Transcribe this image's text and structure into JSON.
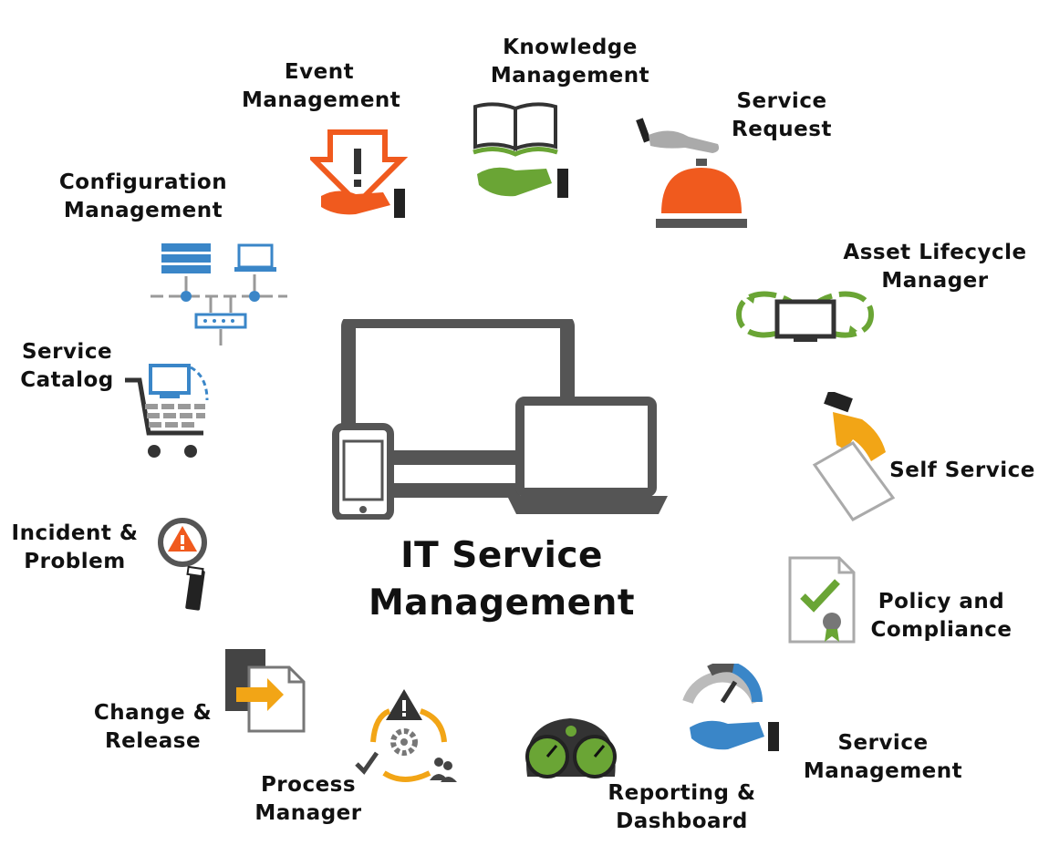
{
  "title": {
    "line1": "IT Service",
    "line2": "Management"
  },
  "modules": {
    "event": {
      "line1": "Event",
      "line2": "Management"
    },
    "knowledge": {
      "line1": "Knowledge",
      "line2": "Management"
    },
    "service_request": {
      "line1": "Service",
      "line2": "Request"
    },
    "configuration": {
      "line1": "Configuration",
      "line2": "Management"
    },
    "asset": {
      "line1": "Asset Lifecycle",
      "line2": "Manager"
    },
    "catalog": {
      "line1": "Service",
      "line2": "Catalog"
    },
    "self_service": {
      "line1": "Self Service"
    },
    "incident": {
      "line1": "Incident &",
      "line2": "Problem"
    },
    "policy": {
      "line1": "Policy and",
      "line2": "Compliance"
    },
    "change": {
      "line1": "Change &",
      "line2": "Release"
    },
    "service_mgmt": {
      "line1": "Service",
      "line2": "Management"
    },
    "process": {
      "line1": "Process",
      "line2": "Manager"
    },
    "reporting": {
      "line1": "Reporting &",
      "line2": "Dashboard"
    }
  },
  "colors": {
    "dark_gray": "#555555",
    "orange": "#f05a1e",
    "green": "#6aa535",
    "blue": "#3a86c8",
    "gold": "#f2a516"
  },
  "icons": [
    "devices-icon",
    "alert-hand-icon",
    "book-hand-icon",
    "service-bell-icon",
    "network-icon",
    "infinity-monitor-icon",
    "shopping-cart-icon",
    "hand-document-icon",
    "magnifier-alert-icon",
    "certificate-icon",
    "change-arrow-icon",
    "gauge-hand-icon",
    "process-cycle-icon",
    "dashboard-gauges-icon"
  ]
}
